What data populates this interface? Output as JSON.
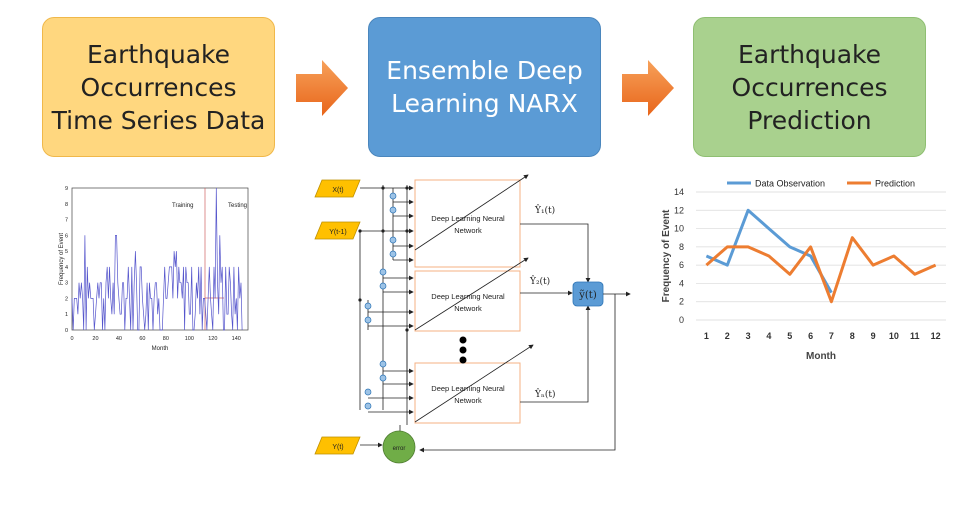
{
  "stages": [
    {
      "text": "Earthquake\nOccurrences\nTime Series Data"
    },
    {
      "text": "Ensemble Deep\nLearning NARX"
    },
    {
      "text": "Earthquake\nOccurrences\nPrediction"
    }
  ],
  "colors": {
    "box1": "#ffd77f",
    "box2": "#5b9bd5",
    "box3": "#a9d18e",
    "arrow": "#f07a21",
    "obs": "#5b9bd5",
    "pred": "#ed7d31"
  },
  "left_chart": {
    "ylabel": "Frequency of Event",
    "xlabel": "Month",
    "yticks": [
      "0",
      "1",
      "2",
      "3",
      "4",
      "5",
      "6",
      "7",
      "8",
      "9"
    ],
    "xticks": [
      "0",
      "20",
      "40",
      "60",
      "80",
      "100",
      "120",
      "140"
    ],
    "training_label": "Training",
    "testing_label": "Testing"
  },
  "narx": {
    "inputs": {
      "x": "X(t)",
      "y_prev": "Y(t-1)",
      "y": "Y(t)"
    },
    "network_label_line1": "Deep Learning Neural",
    "network_label_line2": "Network",
    "outputs": {
      "o1": "Ŷ₁(t)",
      "o2": "Ŷ₂(t)",
      "on": "Ŷₙ(t)"
    },
    "ensemble": "ỹ(t)",
    "error": "error"
  },
  "chart_data": {
    "type": "line",
    "categories": [
      1,
      2,
      3,
      4,
      5,
      6,
      7,
      8,
      9,
      10,
      11,
      12
    ],
    "series": [
      {
        "name": "Data Observation",
        "values": [
          7,
          6,
          12,
          10,
          8,
          7,
          3,
          null,
          null,
          null,
          null,
          null
        ]
      },
      {
        "name": "Prediction",
        "values": [
          6,
          8,
          8,
          7,
          5,
          8,
          2,
          9,
          6,
          7,
          5,
          6
        ]
      }
    ],
    "ylabel": "Frequency of Event",
    "xlabel": "Month",
    "ylim": [
      0,
      14
    ],
    "yticks": [
      0,
      2,
      4,
      6,
      8,
      10,
      12,
      14
    ],
    "legend": "top"
  }
}
